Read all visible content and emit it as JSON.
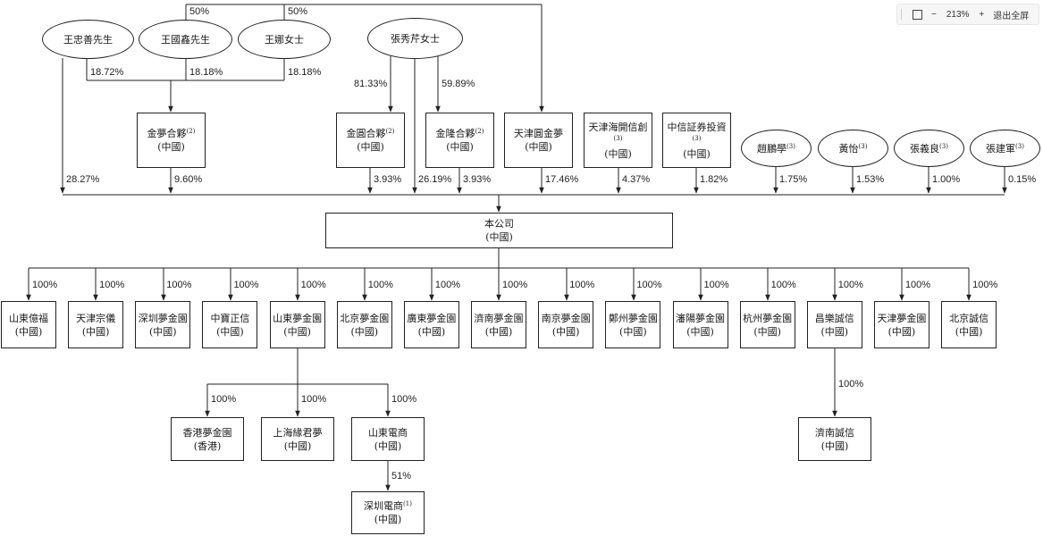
{
  "toolbar": {
    "zoom": "213%",
    "exit_label": "退出全屏",
    "minus": "−",
    "plus": "+"
  },
  "shareholders": {
    "wang_zhongshan": "王忠善先生",
    "wang_guoxin": "王國鑫先生",
    "wang_na": "王娜女士",
    "zhang_xiuqin": "張秀芹女士",
    "zhao_pengxue": "趙鵬學",
    "huang_yi": "黃怡",
    "zhang_yiliang": "張義良",
    "zhang_jianjun": "張建軍",
    "note3": "(3)"
  },
  "entities": {
    "jinmeng": {
      "name": "金夢合夥",
      "note": "(2)",
      "loc": "(中國)"
    },
    "jinyuan": {
      "name": "金圓合夥",
      "note": "(2)",
      "loc": "(中國)"
    },
    "jinlong": {
      "name": "金隆合夥",
      "note": "(2)",
      "loc": "(中國)"
    },
    "tianjin_yuanjinmeng": {
      "name": "天津圓金夢",
      "loc": "(中國)"
    },
    "tianjin_haikai": {
      "name": "天津海開信創",
      "note": "(3)",
      "loc": "(中國)"
    },
    "citic": {
      "name": "中信証券投資",
      "note": "(3)",
      "loc": "(中國)"
    },
    "company": {
      "name": "本公司",
      "loc": "(中國)"
    }
  },
  "percentages": {
    "top_50_left": "50%",
    "top_50_right": "50%",
    "p1872": "18.72%",
    "p1818a": "18.18%",
    "p1818b": "18.18%",
    "p8133": "81.33%",
    "p5989": "59.89%",
    "p2827": "28.27%",
    "p960": "9.60%",
    "p393a": "3.93%",
    "p2619": "26.19%",
    "p393b": "3.93%",
    "p1746": "17.46%",
    "p437": "4.37%",
    "p182": "1.82%",
    "p175": "1.75%",
    "p153": "1.53%",
    "p100": "1.00%",
    "p015": "0.15%",
    "p51": "51%",
    "hundred": "100%"
  },
  "subsidiaries": [
    {
      "name": "山東億福",
      "loc": "(中國)"
    },
    {
      "name": "天津宗儀",
      "loc": "(中國)"
    },
    {
      "name": "深圳夢金園",
      "loc": "(中國)"
    },
    {
      "name": "中寶正信",
      "loc": "(中國)"
    },
    {
      "name": "山東夢金園",
      "loc": "(中國)"
    },
    {
      "name": "北京夢金園",
      "loc": "(中國)"
    },
    {
      "name": "廣東夢金園",
      "loc": "(中國)"
    },
    {
      "name": "濟南夢金園",
      "loc": "(中國)"
    },
    {
      "name": "南京夢金園",
      "loc": "(中國)"
    },
    {
      "name": "鄭州夢金園",
      "loc": "(中國)"
    },
    {
      "name": "瀋陽夢金園",
      "loc": "(中國)"
    },
    {
      "name": "杭州夢金園",
      "loc": "(中國)"
    },
    {
      "name": "昌樂誠信",
      "loc": "(中國)"
    },
    {
      "name": "天津夢金園",
      "loc": "(中國)"
    },
    {
      "name": "北京誠信",
      "loc": "(中國)"
    }
  ],
  "level3": {
    "hk": {
      "name": "香港夢金園",
      "loc": "(香港)"
    },
    "shanghai": {
      "name": "上海緣君夢",
      "loc": "(中國)"
    },
    "sd_ecom": {
      "name": "山東電商",
      "loc": "(中國)"
    },
    "sz_ecom": {
      "name": "深圳電商",
      "note": "(1)",
      "loc": "(中國)"
    },
    "jinan_chengxin": {
      "name": "濟南誠信",
      "loc": "(中國)"
    }
  }
}
